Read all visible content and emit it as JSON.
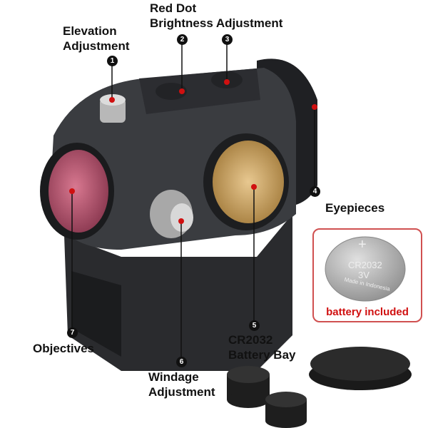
{
  "callouts": [
    {
      "num": "1",
      "label_lines": [
        "Elevation",
        "Adjustment"
      ]
    },
    {
      "num": "2",
      "label_lines": [
        "Red Dot",
        "Brightness Adjustment"
      ]
    },
    {
      "num": "3"
    },
    {
      "num": "4",
      "label_lines": [
        "Eyepieces"
      ]
    },
    {
      "num": "5",
      "label_lines": [
        "CR2032",
        "Battery Bay"
      ]
    },
    {
      "num": "6",
      "label_lines": [
        "Windage",
        "Adjustment"
      ]
    },
    {
      "num": "7",
      "label_lines": [
        "Objectives"
      ]
    }
  ],
  "battery_badge": {
    "caption": "battery included",
    "coin_lines": [
      "+",
      "CR2032",
      "3V",
      "Made in Indonesia"
    ]
  },
  "colors": {
    "accent_red": "#d01010",
    "sight_body": "#3a3c40",
    "lens_tint": "#c06070",
    "brass": "#c8a060",
    "marker": "#111111"
  }
}
